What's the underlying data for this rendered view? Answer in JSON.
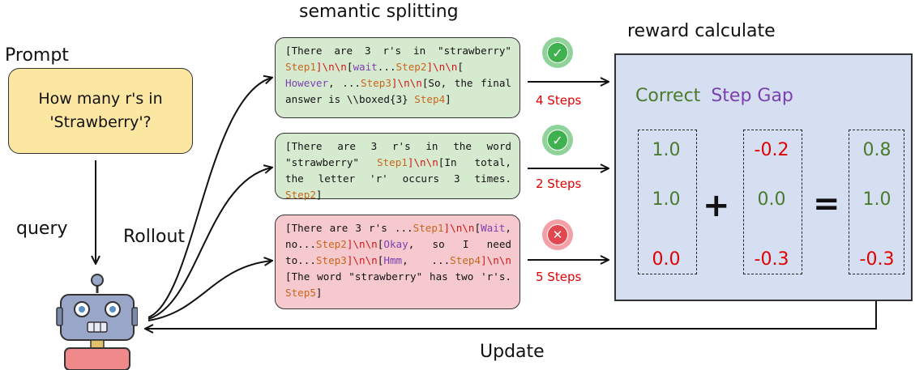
{
  "labels": {
    "prompt": "Prompt",
    "semantic_splitting": "semantic splitting",
    "reward_calculate": "reward calculate",
    "query": "query",
    "rollout": "Rollout",
    "update": "Update"
  },
  "prompt_box": {
    "line1": "How many r's in",
    "line2": "'Strawberry'?"
  },
  "rollouts": [
    {
      "status": "correct",
      "steps_label": "4 Steps",
      "segments": [
        {
          "t": "[There are 3 r's in \"strawberry\" ",
          "c": "text"
        },
        {
          "t": "Step1",
          "c": "step"
        },
        {
          "t": "]\\n\\n",
          "c": "nl"
        },
        {
          "t": "[",
          "c": "text"
        },
        {
          "t": "wait",
          "c": "tag"
        },
        {
          "t": "...",
          "c": "text"
        },
        {
          "t": "Step2",
          "c": "step"
        },
        {
          "t": "]\\n\\n",
          "c": "nl"
        },
        {
          "t": "[ ",
          "c": "text"
        },
        {
          "t": "However",
          "c": "tag"
        },
        {
          "t": ", ...",
          "c": "text"
        },
        {
          "t": "Step3",
          "c": "step"
        },
        {
          "t": "]\\n\\n",
          "c": "nl"
        },
        {
          "t": "[So, the final answer is \\\\boxed{3} ",
          "c": "text"
        },
        {
          "t": "Step4",
          "c": "step"
        },
        {
          "t": "]",
          "c": "text"
        }
      ]
    },
    {
      "status": "correct",
      "steps_label": "2 Steps",
      "segments": [
        {
          "t": "[There are 3 r's in the word \"strawberry\" ",
          "c": "text"
        },
        {
          "t": "Step1",
          "c": "step"
        },
        {
          "t": "]\\n\\n",
          "c": "nl"
        },
        {
          "t": "[In total, the letter 'r' occurs 3 times. ",
          "c": "text"
        },
        {
          "t": "Step2",
          "c": "step"
        },
        {
          "t": "]",
          "c": "text"
        }
      ]
    },
    {
      "status": "incorrect",
      "steps_label": "5 Steps",
      "segments": [
        {
          "t": "[There are 3 r's ...",
          "c": "text"
        },
        {
          "t": "Step1",
          "c": "step"
        },
        {
          "t": "]\\n\\n",
          "c": "nl"
        },
        {
          "t": "[",
          "c": "text"
        },
        {
          "t": "Wait",
          "c": "tag"
        },
        {
          "t": ", no...",
          "c": "text"
        },
        {
          "t": "Step2",
          "c": "step"
        },
        {
          "t": "]\\n\\n",
          "c": "nl"
        },
        {
          "t": "[",
          "c": "text"
        },
        {
          "t": "Okay",
          "c": "tag"
        },
        {
          "t": ", so I need to...",
          "c": "text"
        },
        {
          "t": "Step3",
          "c": "step"
        },
        {
          "t": "]\\n\\n",
          "c": "nl"
        },
        {
          "t": "[",
          "c": "text"
        },
        {
          "t": "Hmm",
          "c": "tag"
        },
        {
          "t": ", ...",
          "c": "text"
        },
        {
          "t": "Step4",
          "c": "step"
        },
        {
          "t": "]\\n\\n",
          "c": "nl"
        },
        {
          "t": " [The word \"strawberry\" has two 'r's. ",
          "c": "text"
        },
        {
          "t": "Step5",
          "c": "step"
        },
        {
          "t": "]",
          "c": "text"
        }
      ]
    }
  ],
  "reward": {
    "correct_header": "Correct",
    "step_gap_header": "Step Gap",
    "correct_values": [
      "1.0",
      "1.0",
      "0.0"
    ],
    "step_gap_values": [
      "-0.2",
      "0.0",
      "-0.3"
    ],
    "result_values": [
      "0.8",
      "1.0",
      "-0.3"
    ],
    "plus": "+",
    "equals": "="
  },
  "colors": {
    "prompt_fill": "#fbe6a2",
    "correct_fill": "#d6ead0",
    "incorrect_fill": "#f6c9cf",
    "reward_fill": "#d6dff2",
    "step_color": "#c8661c",
    "newline_color": "#d01818",
    "tag_color": "#7b3fb0",
    "correct_text": "#4a7a2c",
    "negative_text": "#e00000"
  },
  "icons": [
    "check-circle-icon",
    "x-circle-icon",
    "robot-icon"
  ]
}
